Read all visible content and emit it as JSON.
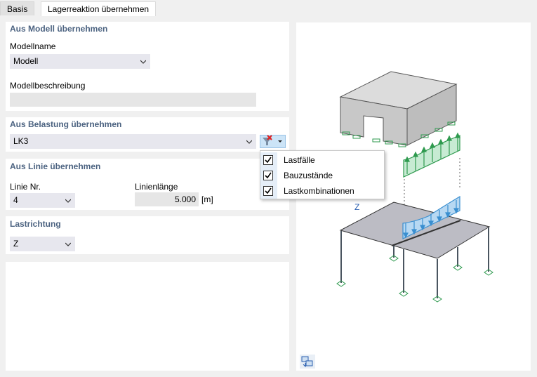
{
  "tabs": [
    "Basis",
    "Lagerreaktion übernehmen"
  ],
  "model_section": {
    "title": "Aus Modell übernehmen",
    "name_label": "Modellname",
    "name_value": "Modell",
    "desc_label": "Modellbeschreibung"
  },
  "load_section": {
    "title": "Aus Belastung übernehmen",
    "value": "LK3"
  },
  "filter_menu": {
    "items": [
      "Lastfälle",
      "Bauzustände",
      "Lastkombinationen"
    ],
    "checked": [
      true,
      true,
      true
    ]
  },
  "line_section": {
    "title": "Aus Linie übernehmen",
    "line_no_label": "Linie Nr.",
    "line_no_value": "4",
    "length_label": "Linienlänge",
    "length_value": "5.000",
    "length_unit": "[m]"
  },
  "direction_section": {
    "title": "Lastrichtung",
    "value": "Z"
  },
  "viewer": {
    "axis_label": "Z",
    "colors": {
      "support_load": "#2e9a4e",
      "member_load": "#3a8fd0",
      "structure": "#4a5560"
    }
  }
}
